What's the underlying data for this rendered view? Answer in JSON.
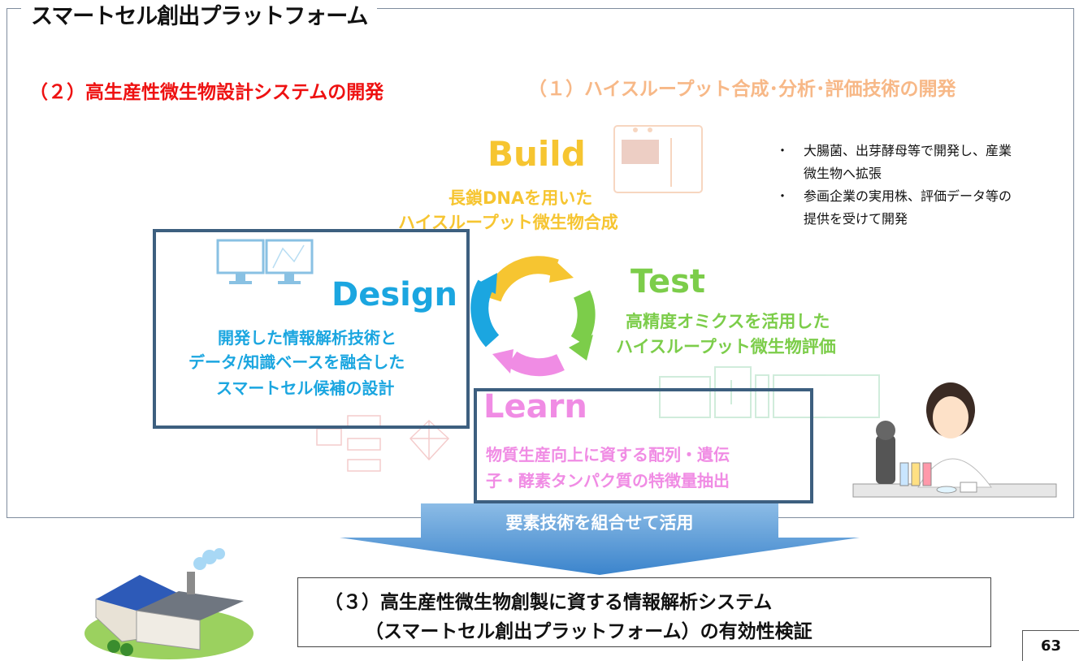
{
  "title": "スマートセル創出プラットフォーム",
  "section2": "（２）高生産性微生物設計システムの開発",
  "section1": "（１）ハイスループット合成･分析･評価技術の開発",
  "build": {
    "heading": "Build",
    "line1": "長鎖DNAを用いた",
    "line2": "ハイスループット微生物合成"
  },
  "test": {
    "heading": "Test",
    "line1": "高精度オミクスを活用した",
    "line2": "ハイスループット微生物評価"
  },
  "design": {
    "heading": "Design",
    "line1": "開発した情報解析技術と",
    "line2": "データ/知識ベースを融合した",
    "line3": "スマートセル候補の設計"
  },
  "learn": {
    "heading": "Learn",
    "line1": "物質生産向上に資する配列・遺伝",
    "line2": "子・酵素タンパク質の特徴量抽出"
  },
  "bullets": [
    {
      "bullet": "・",
      "text": "大腸菌、出芽酵母等で開発し、産業微生物へ拡張"
    },
    {
      "bullet": "・",
      "text": "参画企業の実用株、評価データ等の提供を受けて開発"
    }
  ],
  "arrow_label": "要素技術を組合せて活用",
  "result": {
    "line1": "（３）高生産性微生物創製に資する情報解析システム",
    "line2": "（スマートセル創出プラットフォーム）の有効性検証"
  },
  "page_number": "63",
  "colors": {
    "accent_red": "#ee1111",
    "section1_orange": "#f7b887",
    "build_yellow": "#f6c531",
    "test_green": "#7ccd4a",
    "design_blue": "#1ba6e0",
    "learn_pink": "#f08ce4",
    "frame_blue": "#3d5f7f",
    "arrow_blue": "#4e93d2"
  }
}
